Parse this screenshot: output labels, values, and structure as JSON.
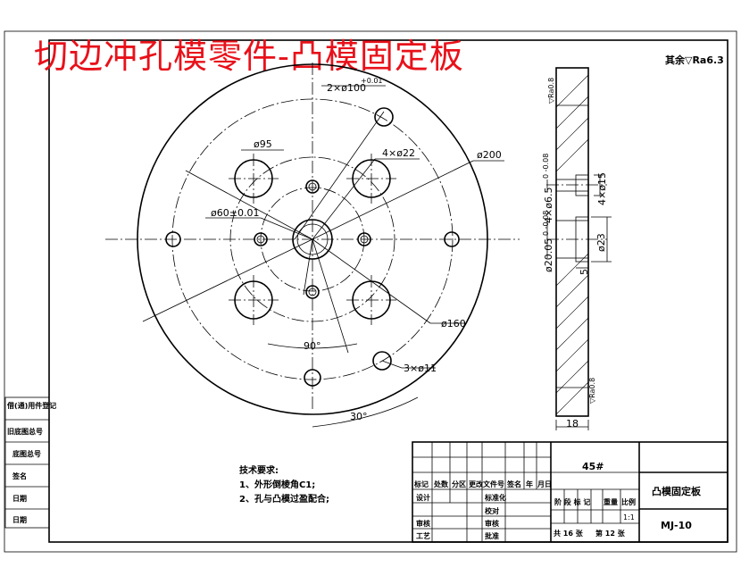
{
  "title": "切边冲孔模零件-凸模固定板",
  "roughness_note": "其余▽Ra6.3",
  "front_view": {
    "dims": {
      "two_holes": "2×ø100",
      "two_holes_tol": "+0.01",
      "large_holes": "ø95",
      "small_holes": "4×ø22",
      "outer_diameter": "ø200",
      "center_tol": "ø60±0.01",
      "bolt_circle": "ø160",
      "angle_90": "90°",
      "angle_30": "30°",
      "three_holes": "3×ø11"
    }
  },
  "section_view": {
    "dims": {
      "ra_top": "▽Ra0.8",
      "ra_bottom": "▽Ra0.8",
      "hole_dia_4x": "4×ø6.5",
      "hole_dia_4x_tol": "0 -0.08",
      "counterbore_4x": "4×ø15",
      "center_bore": "ø20.05",
      "center_bore_tol": "0 -0.08",
      "counterbore_center": "ø23",
      "depth_5": "5",
      "thickness": "18"
    }
  },
  "left_column": [
    "借(通)用件登记",
    "旧底图总号",
    "底图总号",
    "签名",
    "日期",
    "日期"
  ],
  "tech_requirements": {
    "heading": "技术要求:",
    "items": [
      "1、外形倒棱角C1;",
      "2、孔与凸模过盈配合;"
    ]
  },
  "title_block": {
    "material": "45#",
    "part_name": "凸模固定板",
    "drawing_no": "MJ-10",
    "row_header": [
      "标记",
      "处数",
      "分区",
      "更改文件号",
      "签名",
      "年",
      "月",
      "日"
    ],
    "design": "设计",
    "standardize": "标准化",
    "audit": "审核",
    "process": "工艺",
    "approve": "批准",
    "proofread": "校对",
    "audit2": "审核",
    "stage_mark": "阶 段 标 记",
    "weight": "重量",
    "scale": "比例",
    "scale_value": "1:1",
    "total_sheets": "共 16 张",
    "sheet_no": "第 12 张"
  }
}
